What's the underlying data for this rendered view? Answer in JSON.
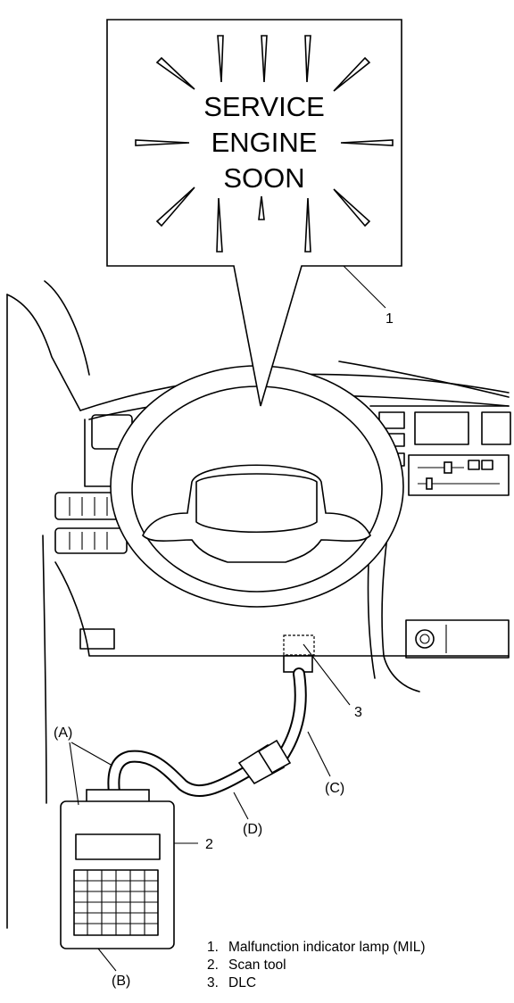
{
  "mil_display": {
    "lines": [
      "SERVICE",
      "ENGINE",
      "SOON"
    ]
  },
  "callouts": {
    "c1": "1",
    "c2": "2",
    "c3": "3",
    "a": "(A)",
    "b": "(B)",
    "c": "(C)",
    "d": "(D)"
  },
  "legend": [
    {
      "num": "1.",
      "text": "Malfunction indicator lamp (MIL)"
    },
    {
      "num": "2.",
      "text": "Scan tool"
    },
    {
      "num": "3.",
      "text": "DLC"
    }
  ]
}
